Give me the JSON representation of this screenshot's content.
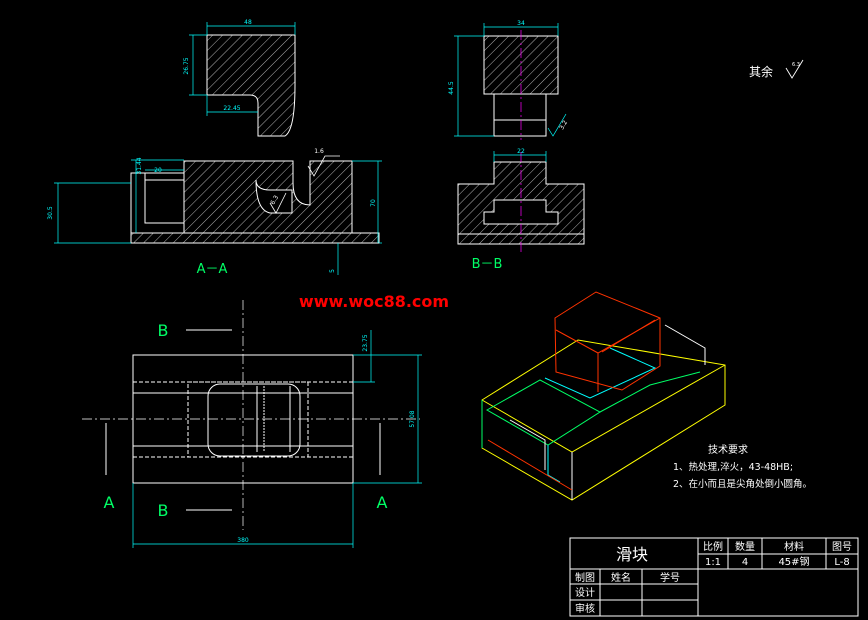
{
  "colors": {
    "background": "#000000",
    "outline": "#ffffff",
    "dimension": "#00ffff",
    "centerline": "#ff00ff",
    "watermark": "#ff0000",
    "iso_red": "#ff3300",
    "iso_green": "#00ff66",
    "iso_yellow": "#ffff00",
    "iso_white": "#ffffff"
  },
  "watermark": "www.woc88.com",
  "roughness_note": "其余",
  "roughness_value": "6.3",
  "views": {
    "section_aa_label": "A－A",
    "section_bb_label": "B－B",
    "cut_a": "A",
    "cut_b": "B"
  },
  "dimensions": {
    "top_width": "48",
    "top_height": "26.75",
    "top_inner": "22.45",
    "aa_left_height": "31.44",
    "aa_step": "20",
    "aa_height": "30.5",
    "aa_right": "70",
    "aa_bottom": "5",
    "aa_groove": "6.3",
    "aa_roughness": "1.6",
    "bb_top_width": "34",
    "bb_height": "44.5",
    "bb_step": "22",
    "bb_roughness": "3.2",
    "plan_width": "380",
    "plan_height": "57.08",
    "plan_top": "23.75"
  },
  "tech_requirements": {
    "title": "技术要求",
    "items": [
      "1、热处理,淬火，43-48HB;",
      "2、在小而且是尖角处倒小圆角。"
    ]
  },
  "title_block": {
    "part_name": "滑块",
    "headers": [
      "比例",
      "数量",
      "材料",
      "图号"
    ],
    "values": [
      "1:1",
      "4",
      "45#钢",
      "L-8"
    ],
    "rows": [
      {
        "role": "制图",
        "name_label": "姓名",
        "id_label": "学号"
      },
      {
        "role": "设计"
      },
      {
        "role": "审核"
      }
    ]
  }
}
